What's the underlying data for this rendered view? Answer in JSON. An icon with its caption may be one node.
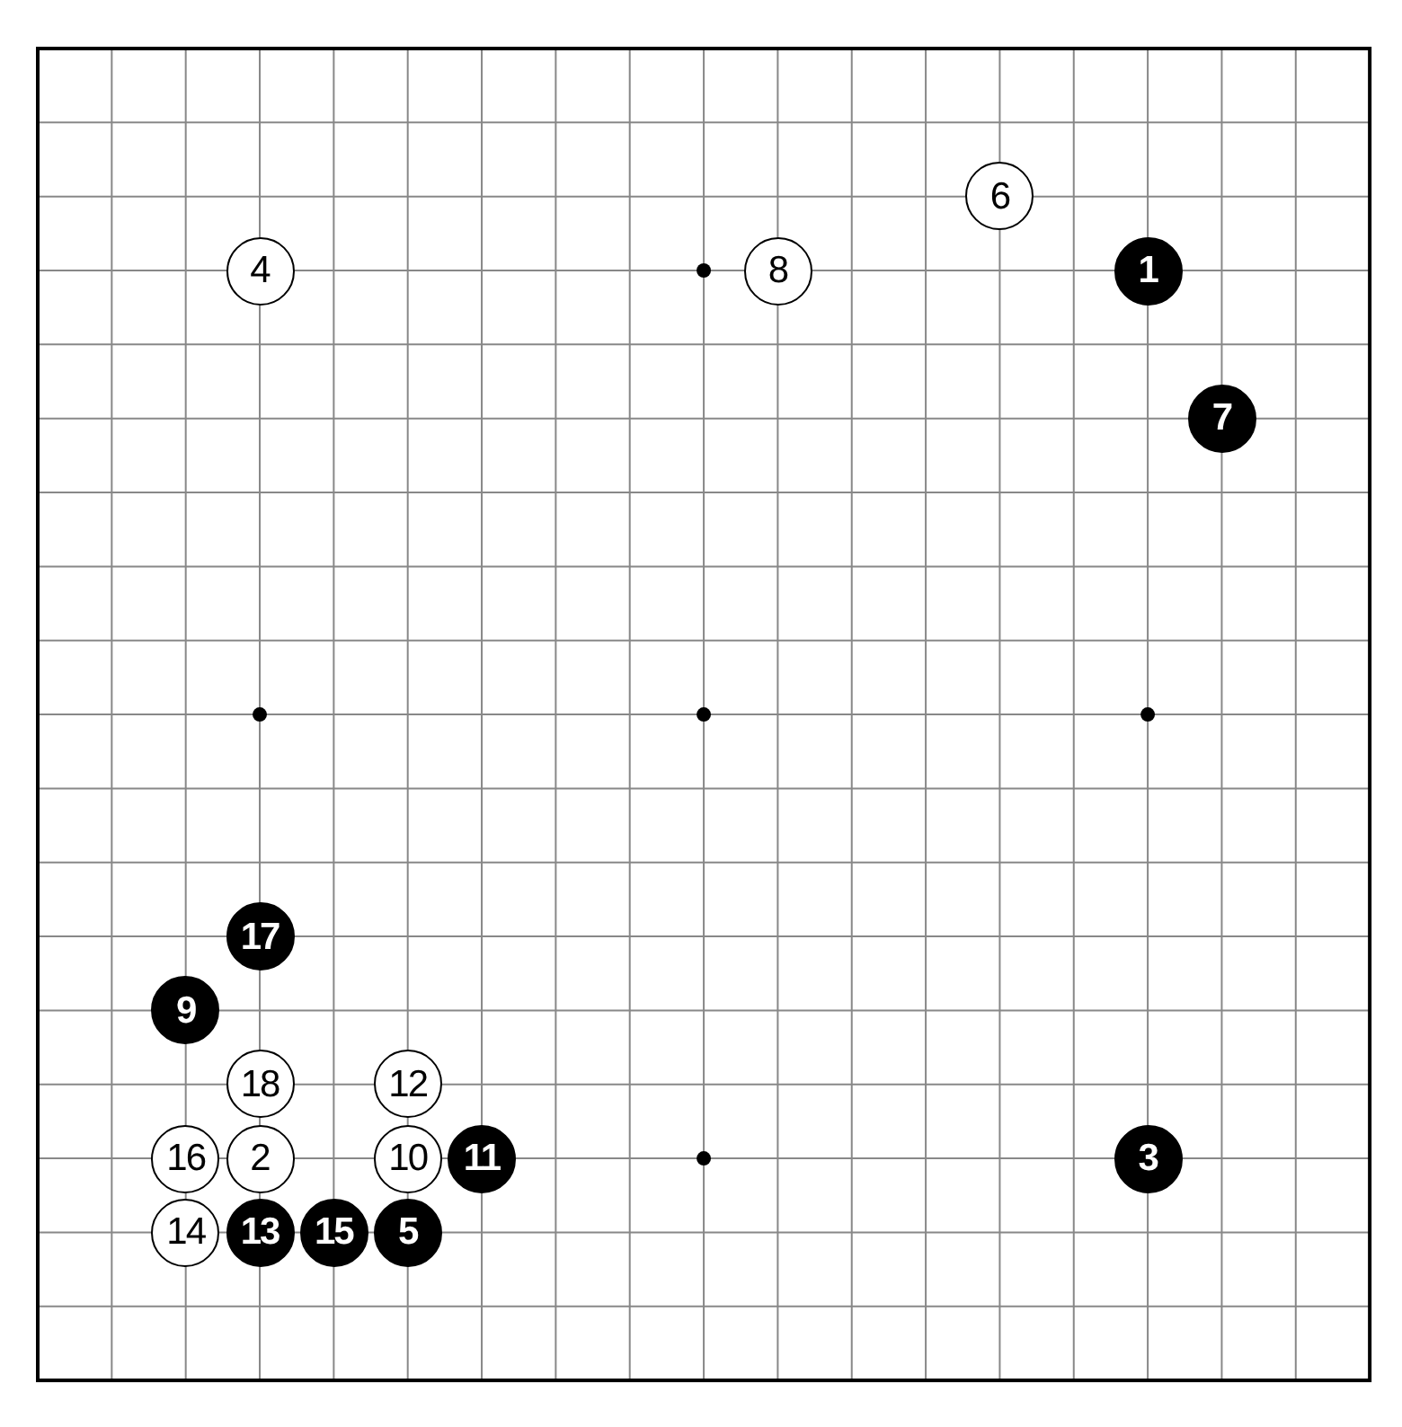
{
  "diagram": {
    "nodes": [
      {
        "text": [
          "6"
        ]
      },
      {
        "text": [
          "4"
        ]
      },
      {
        "text": [
          "8"
        ]
      },
      {
        "text": [
          "1"
        ]
      },
      {
        "text": [
          "7"
        ]
      },
      {
        "text": [
          "17"
        ]
      },
      {
        "text": [
          "9"
        ]
      },
      {
        "text": [
          "18"
        ]
      },
      {
        "text": [
          "12"
        ]
      },
      {
        "text": [
          "16"
        ]
      },
      {
        "text": [
          "2"
        ]
      },
      {
        "text": [
          "10"
        ]
      },
      {
        "text": [
          "11"
        ]
      },
      {
        "text": [
          "3"
        ]
      },
      {
        "text": [
          "14"
        ]
      },
      {
        "text": [
          "13"
        ]
      },
      {
        "text": [
          "15"
        ]
      },
      {
        "text": [
          "5"
        ]
      }
    ]
  }
}
